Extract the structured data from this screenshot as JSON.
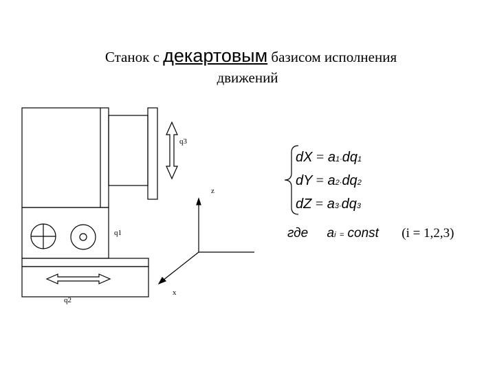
{
  "title": {
    "line1_before": "Станок с ",
    "line1_emph": "декартовым",
    "line1_after": " базисом исполнения",
    "line2": "движений"
  },
  "labels": {
    "q1": "q1",
    "q2": "q2",
    "q3": "q3",
    "axis_z": "z",
    "axis_x": "x"
  },
  "equations": [
    {
      "lhs": "dX",
      "coef": "a",
      "coef_idx": "1",
      "dot": "·",
      "dq": "dq",
      "dq_idx": "1"
    },
    {
      "lhs": "dY",
      "coef": "a",
      "coef_idx": "2",
      "dot": "·",
      "dq": "dq",
      "dq_idx": "2"
    },
    {
      "lhs": "dZ",
      "coef": "a",
      "coef_idx": "3",
      "dot": "·",
      "dq": "dq",
      "dq_idx": "3"
    }
  ],
  "condition": {
    "where": "где",
    "coef": "a",
    "coef_idx": "i",
    "eq_sign": "=",
    "const": "const",
    "range": "(i = 1,2,3)"
  }
}
